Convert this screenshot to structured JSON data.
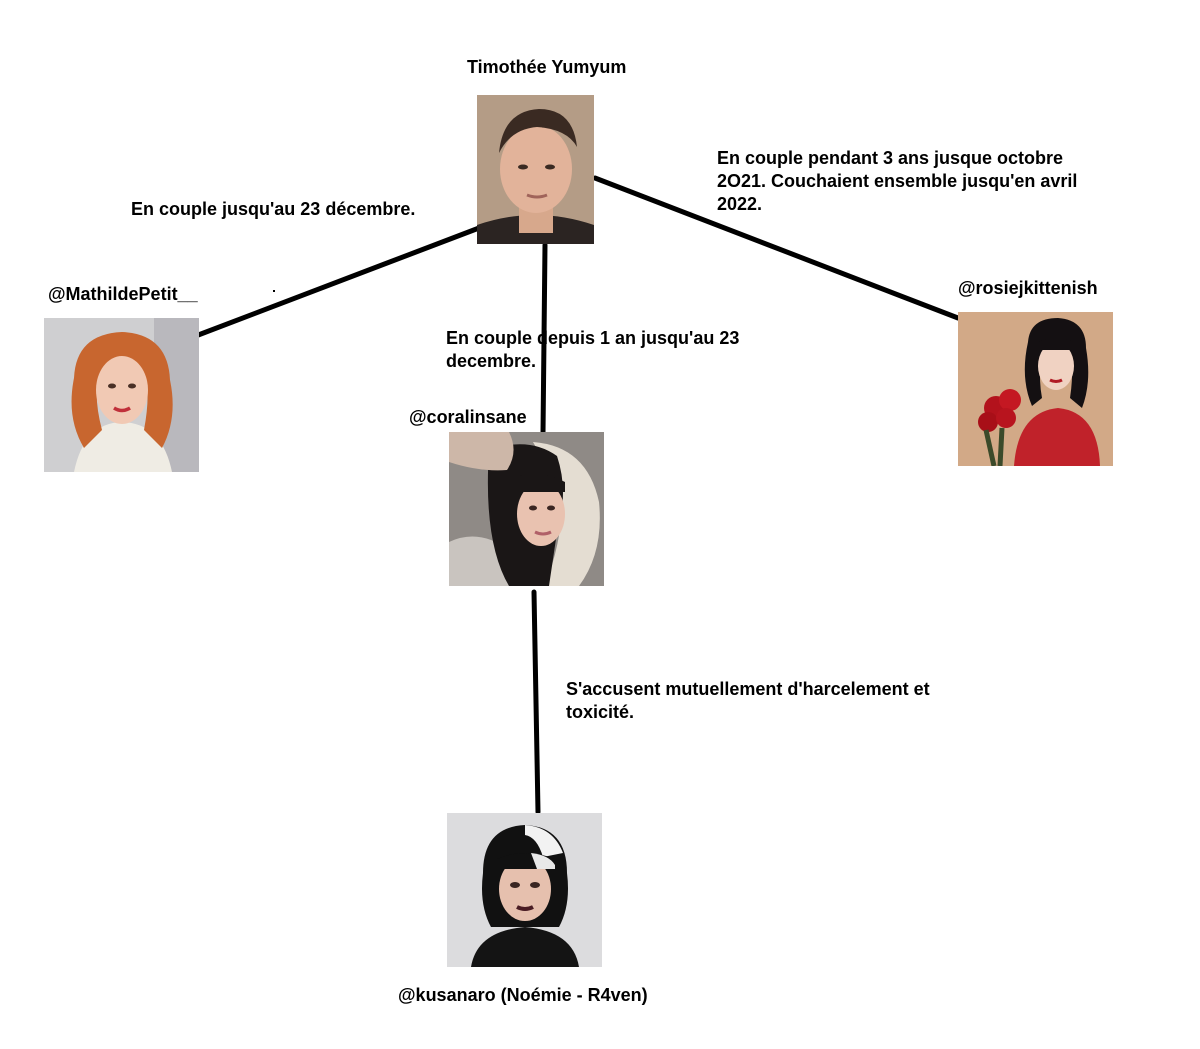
{
  "nodes": {
    "timothee": {
      "name": "Timothée Yumyum"
    },
    "mathilde": {
      "name": "@MathildePetit__"
    },
    "coralinsane": {
      "name": "@coralinsane"
    },
    "rosie": {
      "name": "@rosiejkittenish"
    },
    "kusanaro": {
      "name": "@kusanaro (Noémie - R4ven)"
    }
  },
  "relations": {
    "timothee_mathilde": "En couple jusqu'au 23 décembre.",
    "timothee_coralinsane": "En couple depuis 1 an jusqu'au 23 decembre.",
    "timothee_rosie": "En couple pendant 3 ans jusque octobre 2O21. Couchaient ensemble jusqu'en avril 2022.",
    "coralinsane_kusanaro": "S'accusent mutuellement d'harcelement et toxicité."
  },
  "colors": {
    "line": "#000000",
    "text": "#000000",
    "background": "#ffffff"
  }
}
